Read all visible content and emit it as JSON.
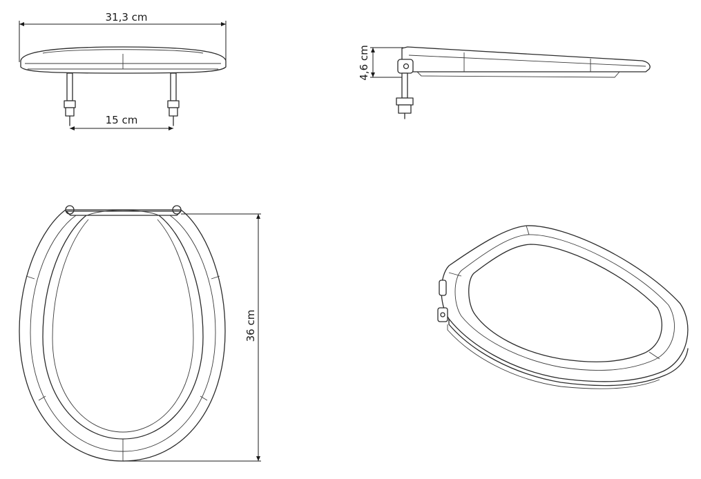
{
  "dimensions": {
    "width_label": "31,3 cm",
    "hinge_spacing_label": "15 cm",
    "height_label": "4,6 cm",
    "length_label": "36 cm"
  },
  "colors": {
    "line": "#2b2b2b",
    "background": "#ffffff"
  }
}
